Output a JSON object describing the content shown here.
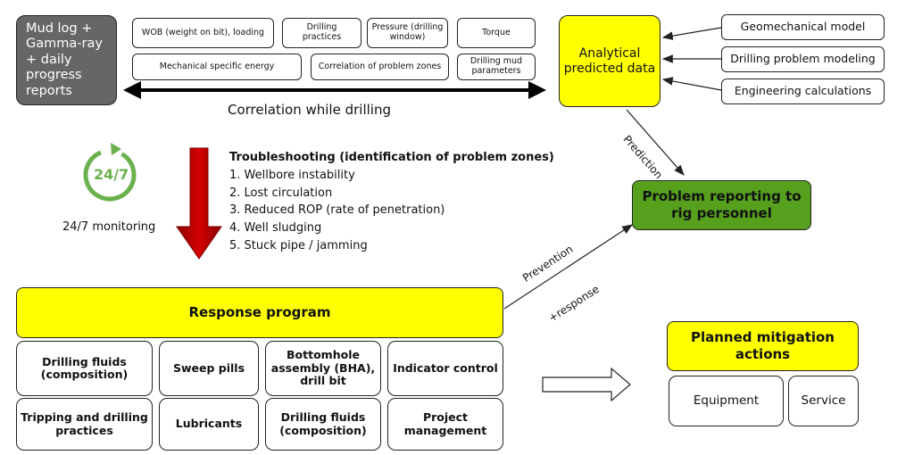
{
  "source_box": "Mud log + Gamma-ray + daily progress reports",
  "params": {
    "wob": "WOB (weight on bit),  loading",
    "drilling_practices": "Drilling practices",
    "pressure": "Pressure (drilling window)",
    "torque": "Torque",
    "mse": "Mechanical specific energy",
    "correlation_zones": "Correlation of problem zones",
    "mud_params": "Drilling mud parameters"
  },
  "correlation_label": "Correlation while drilling",
  "analytical_box": "Analytical predicted data",
  "inputs": {
    "geomechanical": "Geomechanical model",
    "problem_modeling": "Drilling problem modeling",
    "engineering": "Engineering calculations"
  },
  "prediction_label": "Prediction",
  "monitoring": {
    "icon_text": "24/7",
    "label": "24/7 monitoring"
  },
  "troubleshooting": {
    "title": "Troubleshooting (identification of problem zones)",
    "items": [
      "1. Wellbore instability",
      "2. Lost circulation",
      "3. Reduced ROP (rate of penetration)",
      "4. Well sludging",
      "5. Stuck pipe / jamming"
    ]
  },
  "problem_reporting": "Problem reporting to rig personnel",
  "prevention_label": "Prevention",
  "response_label": "+response",
  "response_program": "Response program",
  "response_items": {
    "drilling_fluids_1": "Drilling fluids (composition)",
    "sweep_pills": "Sweep pills",
    "bha": "Bottomhole assembly (BHA), drill bit",
    "indicator_control": "Indicator control",
    "tripping": "Tripping and drilling practices",
    "lubricants": "Lubricants",
    "drilling_fluids_2": "Drilling fluids (composition)",
    "project_management": "Project management"
  },
  "mitigation": {
    "title": "Planned mitigation actions",
    "equipment": "Equipment",
    "service": "Service"
  },
  "colors": {
    "yellow": "#ffff00",
    "green": "#56a01e",
    "gray": "#666666",
    "red_arrow": "#c00000",
    "monitor_green": "#6ab04c"
  }
}
